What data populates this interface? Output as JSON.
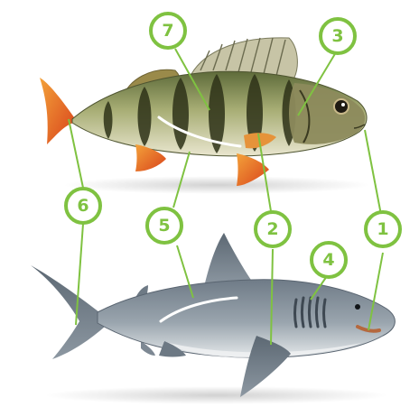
{
  "colors": {
    "callout_ring": "#7fc241",
    "callout_fill": "#ffffff",
    "callout_text": "#7fc241",
    "leader_line": "#7fc241",
    "anatomy_line": "#ffffff"
  },
  "callouts": [
    {
      "id": "1",
      "label": "1"
    },
    {
      "id": "2",
      "label": "2"
    },
    {
      "id": "3",
      "label": "3"
    },
    {
      "id": "4",
      "label": "4"
    },
    {
      "id": "5",
      "label": "5"
    },
    {
      "id": "6",
      "label": "6"
    },
    {
      "id": "7",
      "label": "7"
    }
  ]
}
